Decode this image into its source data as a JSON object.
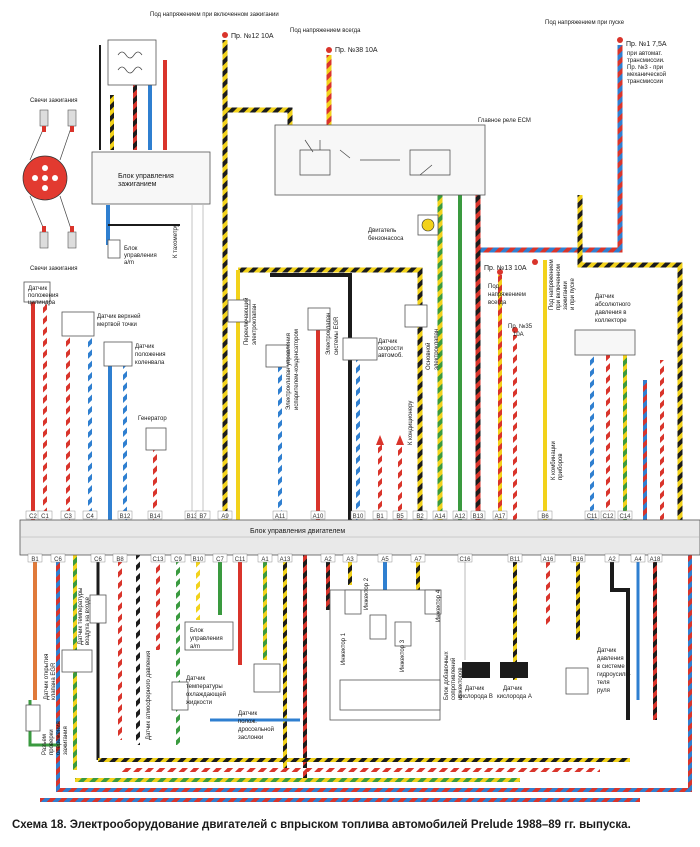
{
  "diagram": {
    "top_labels": {
      "ignition_on": "Под напряжением при включенном зажигании",
      "always": "Под напряжением всегда",
      "start": "Под напряжением при пуске",
      "fuse12": "Пр. №12 10А",
      "fuse38": "Пр. №38 10А",
      "fuse1": "Пр. №1 7,5А",
      "fuse1_note1": "при автомат.",
      "fuse1_note2": "трансмиссии.",
      "fuse1_note3": "Пр. №3 - при",
      "fuse1_note4": "механической",
      "fuse1_note5": "трансмиссии"
    },
    "ignition": {
      "spark_plugs_top": "Свечи зажигания",
      "spark_plugs_bottom": "Свечи зажигания",
      "control_unit1": "Блок управления",
      "control_unit2": "зажиганием",
      "tacho": "К тахометру",
      "au_unit1": "Блок",
      "au_unit2": "управления",
      "au_unit3": "a/m"
    },
    "main_relay": "Главное реле ECM",
    "fuel_pump1": "Двигатель",
    "fuel_pump2": "бензонасоса",
    "sensors_left": {
      "cyl1": "Датчик",
      "cyl2": "положения",
      "cyl3": "цилиндра",
      "tdc1": "Датчик верхней",
      "tdc2": "мертвой точки",
      "crank1": "Датчик",
      "crank2": "положения",
      "crank3": "коленвала",
      "generator": "Генератор"
    },
    "valves": {
      "switch_valve1": "Переключающий",
      "switch_valve2": "электроклапан",
      "egr_ctrl1": "Электроклапан управления",
      "egr_ctrl2": "испарителем-конденсатором",
      "egr_valve1": "Электроклапан",
      "egr_valve2": "системы EGR",
      "speed1": "Датчик",
      "speed2": "скорости",
      "speed3": "автомоб.",
      "ac": "К кондиционеру",
      "oxygen1": "Основной",
      "oxygen2": "электроклапан"
    },
    "right_block": {
      "fuse13": "Пр. №13 10А",
      "under1": "Под",
      "under2": "напряжением",
      "under3": "всегда",
      "fuse35a": "Пр. №35",
      "fuse35b": "10А",
      "start1": "Под напряжением",
      "start2": "при включенном",
      "start3": "зажигании",
      "start4": "и при пуске",
      "map1": "Датчик",
      "map2": "абсолютного",
      "map3": "давления в",
      "map4": "коллекторе",
      "combo1": "К комбинации",
      "combo2": "приборов"
    },
    "ecm": "Блок управления двигателем",
    "pins_top": [
      "C2",
      "C1",
      "C3",
      "C4",
      "B12",
      "B14",
      "B13",
      "B7",
      "A9",
      "A11",
      "A10",
      "B10",
      "B1",
      "B5",
      "B2",
      "A14",
      "A12",
      "B13",
      "A17",
      "B6",
      "C11",
      "C12",
      "C14"
    ],
    "pins_bottom": [
      "B1",
      "C6",
      "C6",
      "B8",
      "C13",
      "C9",
      "B10",
      "C7",
      "C11",
      "A1",
      "A13",
      "A2",
      "A3",
      "A5",
      "A7",
      "C16",
      "B11",
      "A16",
      "B16",
      "A2",
      "A4",
      "A18"
    ],
    "bottom_labels": {
      "egr_pos1": "Датчик открытия",
      "egr_pos2": "клапана EGR",
      "air_temp1": "Датчик температуры",
      "air_temp2": "воздуха на входе",
      "baro": "Датчик атмосферного давления",
      "au2_1": "Блок",
      "au2_2": "управления",
      "au2_3": "a/m",
      "coolant1": "Датчик",
      "coolant2": "температуры",
      "coolant3": "охлаждающей",
      "coolant4": "жидкости",
      "throttle1": "Датчик",
      "throttle2": "полож.",
      "throttle3": "дроссельной",
      "throttle4": "заслонки",
      "conn1": "Разъем",
      "conn2": "проверки",
      "conn3": "опережения",
      "conn4": "зажигания",
      "inj1": "Инжектор 1",
      "inj2": "Инжектор 2",
      "inj3": "Инжектор 3",
      "inj4": "Инжектор 4",
      "resist1": "Блок добавочных",
      "resist2": "сопротивлений",
      "resist3": "инжекторов",
      "oxyB1": "Датчик",
      "oxyB2": "кислорода В",
      "oxyA1": "Датчик",
      "oxyA2": "кислорода А",
      "ps1": "Датчик",
      "ps2": "давления",
      "ps3": "в системе",
      "ps4": "гидроусили-",
      "ps5": "теля",
      "ps6": "руля"
    },
    "caption": "Схема 18. Электрооборудование двигателей с впрыском топлива автомобилей Prelude 1988–89 гг. выпуска."
  },
  "wire_colors": {
    "red": "#d9342b",
    "blue": "#2f7fd0",
    "yellow": "#f2d21b",
    "green": "#3a9a3f",
    "black": "#1b1b1b",
    "white": "#ffffff",
    "orange": "#e07a3a",
    "brown": "#8a5a2b"
  }
}
